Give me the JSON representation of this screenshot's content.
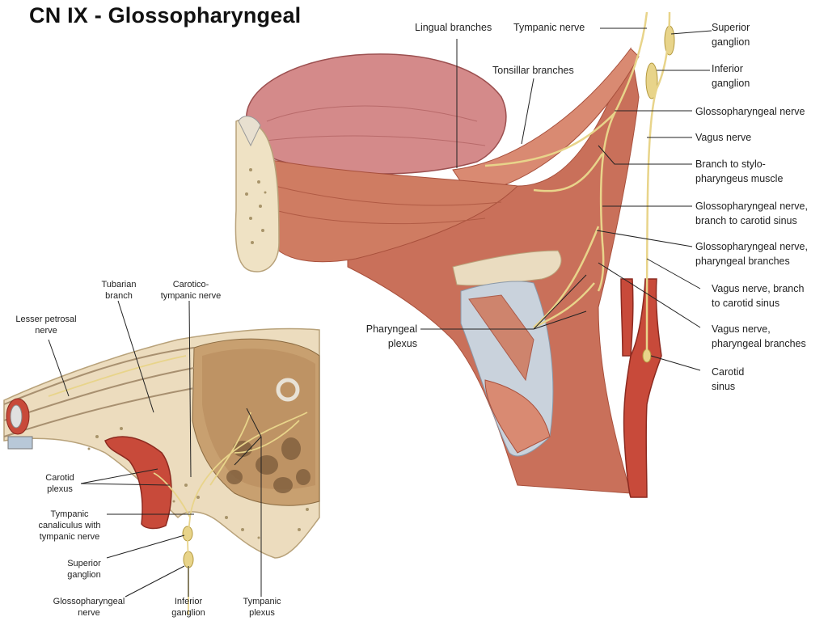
{
  "title": "CN IX - Glossopharyngeal",
  "main_figure": {
    "labels_top": {
      "lingual_branches": "Lingual branches",
      "tympanic_nerve": "Tympanic nerve",
      "tonsillar_branches": "Tonsillar branches"
    },
    "labels_right": [
      {
        "line1": "Superior",
        "line2": "ganglion"
      },
      {
        "line1": "Inferior",
        "line2": "ganglion"
      },
      {
        "line1": "Glossopharyngeal nerve",
        "line2": ""
      },
      {
        "line1": "Vagus nerve",
        "line2": ""
      },
      {
        "line1": "Branch to stylo-",
        "line2": "pharyngeus muscle"
      },
      {
        "line1": "Glossopharyngeal nerve,",
        "line2": "branch to carotid sinus"
      },
      {
        "line1": "Glossopharyngeal nerve,",
        "line2": "pharyngeal branches"
      },
      {
        "line1": "Vagus nerve, branch",
        "line2": "to carotid sinus"
      },
      {
        "line1": "Vagus nerve,",
        "line2": "pharyngeal branches"
      },
      {
        "line1": "Carotid",
        "line2": "sinus"
      }
    ],
    "pharyngeal_plexus": {
      "line1": "Pharyngeal",
      "line2": "plexus"
    }
  },
  "inset_figure": {
    "tubarian_branch": {
      "line1": "Tubarian",
      "line2": "branch"
    },
    "caroticotympanic_nerve": {
      "line1": "Carotico-",
      "line2": "tympanic nerve"
    },
    "lesser_petrosal_nerve": {
      "line1": "Lesser petrosal",
      "line2": "nerve"
    },
    "carotid_plexus": {
      "line1": "Carotid",
      "line2": "plexus"
    },
    "tympanic_canaliculus": {
      "line1": "Tympanic",
      "line2": "canaliculus with",
      "line3": "tympanic nerve"
    },
    "superior_ganglion": {
      "line1": "Superior",
      "line2": "ganglion"
    },
    "glossopharyngeal_nerve": {
      "line1": "Glossopharyngeal",
      "line2": "nerve"
    },
    "inferior_ganglion": {
      "line1": "Inferior",
      "line2": "ganglion"
    },
    "tympanic_plexus": {
      "line1": "Tympanic",
      "line2": "plexus"
    }
  },
  "colors": {
    "muscle": "#c8755e",
    "nerve": "#e8d48a",
    "artery": "#c84a3a",
    "bone": "#f0e4cc"
  }
}
